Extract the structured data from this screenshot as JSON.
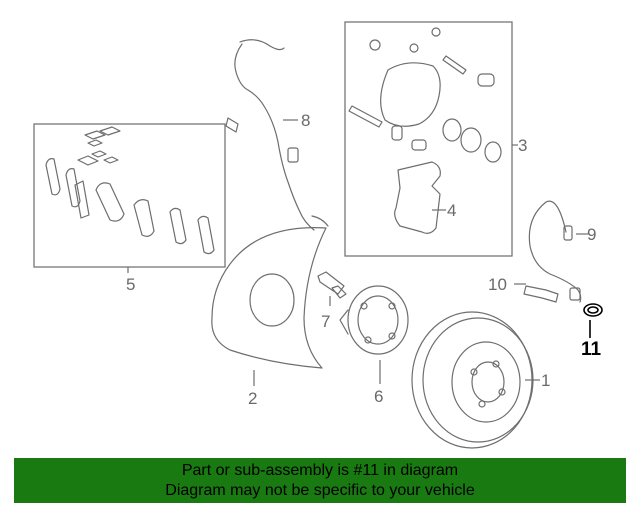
{
  "callouts": {
    "c1": "1",
    "c2": "2",
    "c3": "3",
    "c4": "4",
    "c5": "5",
    "c6": "6",
    "c7": "7",
    "c8": "8",
    "c9": "9",
    "c10": "10",
    "c11": "11"
  },
  "banner": {
    "line1": "Part or sub-assembly is #11 in diagram",
    "line2": "Diagram may not be specific to your vehicle"
  },
  "colors": {
    "banner_bg": "#1a7a12",
    "highlight": "#000000",
    "line_art": "#6e6e6e"
  }
}
